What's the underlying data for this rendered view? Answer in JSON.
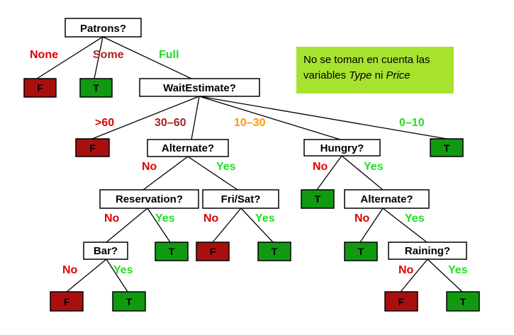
{
  "colors": {
    "yes": "#22dd22",
    "no": "#dd0000",
    "some": "#aa2222",
    "mid": "#ff9900",
    "leaf_true": "#119911",
    "leaf_false": "#aa0f0f",
    "note_bg": "#a6e22e"
  },
  "note": {
    "line1": "No se toman en cuenta las",
    "line2_prefix": "variables ",
    "type": "Type",
    "ni": " ni ",
    "price": "Price"
  },
  "nodes": {
    "patrons": "Patrons?",
    "wait_estimate": "WaitEstimate?",
    "alternate_1": "Alternate?",
    "hungry": "Hungry?",
    "reservation": "Reservation?",
    "fri_sat": "Fri/Sat?",
    "alternate_2": "Alternate?",
    "bar": "Bar?",
    "raining": "Raining?"
  },
  "leaves": {
    "none": "F",
    "some": "T",
    "over_60": "F",
    "wait_0_10": "T",
    "hungry_no": "T",
    "fri_sat_no": "F",
    "fri_sat_yes": "T",
    "reservation_yes": "T",
    "alternate2_no": "T",
    "bar_no": "F",
    "bar_yes": "T",
    "raining_no": "F",
    "raining_yes": "T"
  },
  "edges": {
    "none": "None",
    "some": "Some",
    "full": "Full",
    "over_60": ">60",
    "w30_60": "30–60",
    "w10_30": "10–30",
    "w0_10": "0–10",
    "alt1_no": "No",
    "alt1_yes": "Yes",
    "hungry_no": "No",
    "hungry_yes": "Yes",
    "res_no": "No",
    "res_yes": "Yes",
    "fri_no": "No",
    "fri_yes": "Yes",
    "alt2_no": "No",
    "alt2_yes": "Yes",
    "bar_no": "No",
    "bar_yes": "Yes",
    "rain_no": "No",
    "rain_yes": "Yes"
  }
}
